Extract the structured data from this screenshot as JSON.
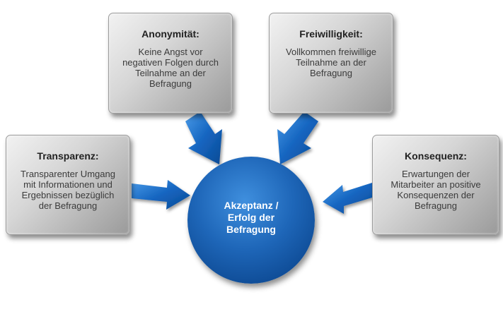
{
  "center": {
    "lines": [
      "Akzeptanz /",
      "Erfolg der",
      "Befragung"
    ]
  },
  "boxes": {
    "anonymitaet": {
      "title": "Anonymität:",
      "lines": [
        "Keine Angst vor",
        "negativen Folgen durch",
        "Teilnahme an der",
        "Befragung"
      ]
    },
    "freiwilligkeit": {
      "title": "Freiwilligkeit:",
      "lines": [
        "Vollkommen freiwillige",
        "Teilnahme an der",
        "Befragung"
      ]
    },
    "transparenz": {
      "title": "Transparenz:",
      "lines": [
        "Transparenter Umgang",
        "mit Informationen und",
        "Ergebnissen bezüglich",
        "der Befragung"
      ]
    },
    "konsequenz": {
      "title": "Konsequenz:",
      "lines": [
        "Erwartungen der",
        "Mitarbeiter an positive",
        "Konsequenzen der",
        "Befragung"
      ]
    }
  },
  "colors": {
    "arrow": "#1565c0",
    "circle": "#1e66b8",
    "box": "#c8c8c8"
  }
}
